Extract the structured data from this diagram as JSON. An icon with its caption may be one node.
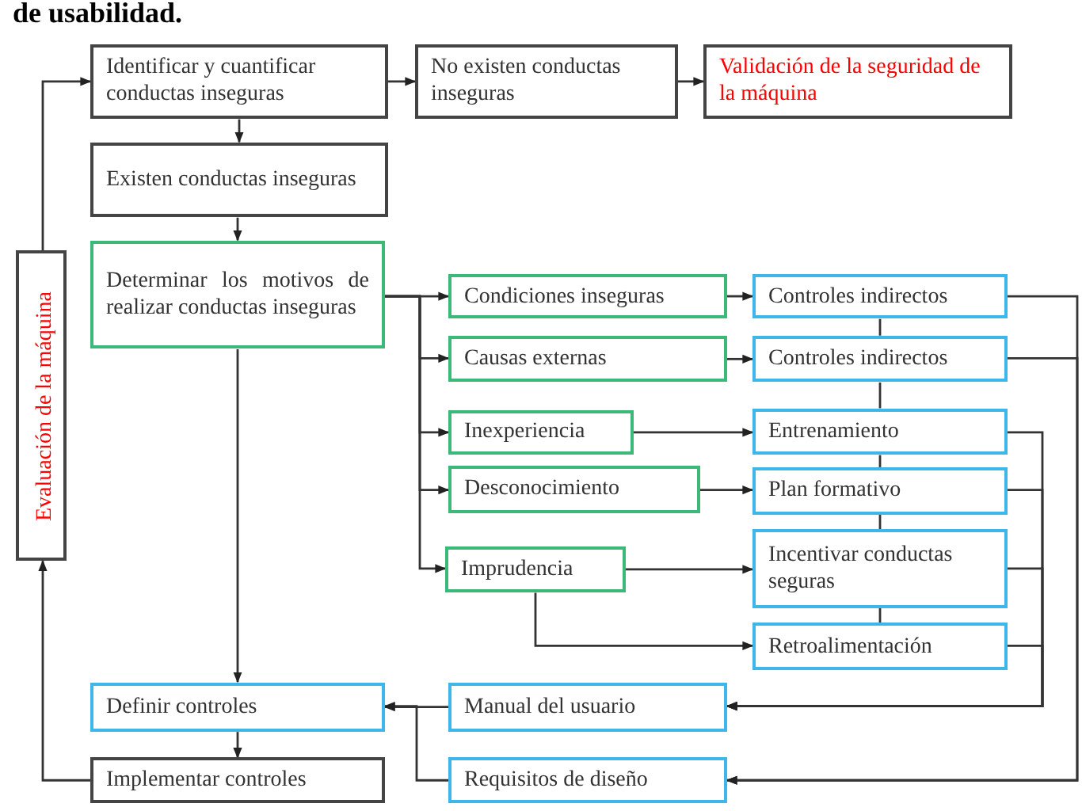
{
  "diagram": {
    "nodes": [
      {
        "text": [
          "Identificar y cuantificar conductas inseguras"
        ]
      },
      {
        "text": [
          "No existen conductas inseguras"
        ]
      },
      {
        "text": [
          "Validación de la seguridad de la máquina"
        ]
      },
      {
        "text": [
          "Existen conductas inseguras"
        ]
      },
      {
        "text": [
          "Determinar los motivos de realizar conductas inseguras"
        ]
      },
      {
        "text": [
          "Condiciones inseguras"
        ]
      },
      {
        "text": [
          "Causas externas"
        ]
      },
      {
        "text": [
          "Inexperiencia"
        ]
      },
      {
        "text": [
          "Desconocimiento"
        ]
      },
      {
        "text": [
          "Imprudencia"
        ]
      },
      {
        "text": [
          "Controles indirectos"
        ]
      },
      {
        "text": [
          "Controles indirectos"
        ]
      },
      {
        "text": [
          "Entrenamiento"
        ]
      },
      {
        "text": [
          "Plan formativo"
        ]
      },
      {
        "text": [
          "Incentivar conductas seguras"
        ]
      },
      {
        "text": [
          "Retroalimentación"
        ]
      },
      {
        "text": [
          "Definir controles"
        ]
      },
      {
        "text": [
          "Manual del usuario"
        ]
      },
      {
        "text": [
          "Implementar controles"
        ]
      },
      {
        "text": [
          "Requisitos de diseño"
        ]
      },
      {
        "text": [
          "Evaluación de la máquina"
        ]
      }
    ],
    "edges": [
      {
        "from": 0,
        "to": 1,
        "arrow": "to"
      },
      {
        "from": 1,
        "to": 2,
        "arrow": "to"
      },
      {
        "from": 0,
        "to": 3,
        "arrow": "to"
      },
      {
        "from": 3,
        "to": 4,
        "arrow": "to"
      },
      {
        "from": 4,
        "to": 5,
        "arrow": "to"
      },
      {
        "from": 4,
        "to": 6,
        "arrow": "to"
      },
      {
        "from": 4,
        "to": 7,
        "arrow": "to"
      },
      {
        "from": 4,
        "to": 8,
        "arrow": "to"
      },
      {
        "from": 4,
        "to": 9,
        "arrow": "to"
      },
      {
        "from": 5,
        "to": 10,
        "arrow": "to"
      },
      {
        "from": 6,
        "to": 11,
        "arrow": "to"
      },
      {
        "from": 7,
        "to": 12,
        "arrow": "to"
      },
      {
        "from": 8,
        "to": 13,
        "arrow": "to"
      },
      {
        "from": 9,
        "to": 14,
        "arrow": "to"
      },
      {
        "from": 9,
        "to": 15,
        "arrow": "to"
      },
      {
        "from": 10,
        "to": 11,
        "arrow": "none"
      },
      {
        "from": 11,
        "to": 12,
        "arrow": "none"
      },
      {
        "from": 12,
        "to": 13,
        "arrow": "none"
      },
      {
        "from": 13,
        "to": 14,
        "arrow": "none"
      },
      {
        "from": 14,
        "to": 15,
        "arrow": "none"
      },
      {
        "from": 10,
        "to": 19,
        "arrow": "to"
      },
      {
        "from": 11,
        "to": 19,
        "arrow": "to"
      },
      {
        "from": 12,
        "to": 17,
        "arrow": "to"
      },
      {
        "from": 13,
        "to": 17,
        "arrow": "to"
      },
      {
        "from": 14,
        "to": 17,
        "arrow": "to"
      },
      {
        "from": 15,
        "to": 17,
        "arrow": "to"
      },
      {
        "from": 17,
        "to": 16,
        "arrow": "to"
      },
      {
        "from": 19,
        "to": 16,
        "arrow": "to"
      },
      {
        "from": 4,
        "to": 16,
        "arrow": "to"
      },
      {
        "from": 16,
        "to": 18,
        "arrow": "to"
      },
      {
        "from": 18,
        "to": 20,
        "arrow": "to"
      },
      {
        "from": 20,
        "to": 0,
        "arrow": "to"
      }
    ],
    "labels": [
      "de usabilidad."
    ]
  }
}
